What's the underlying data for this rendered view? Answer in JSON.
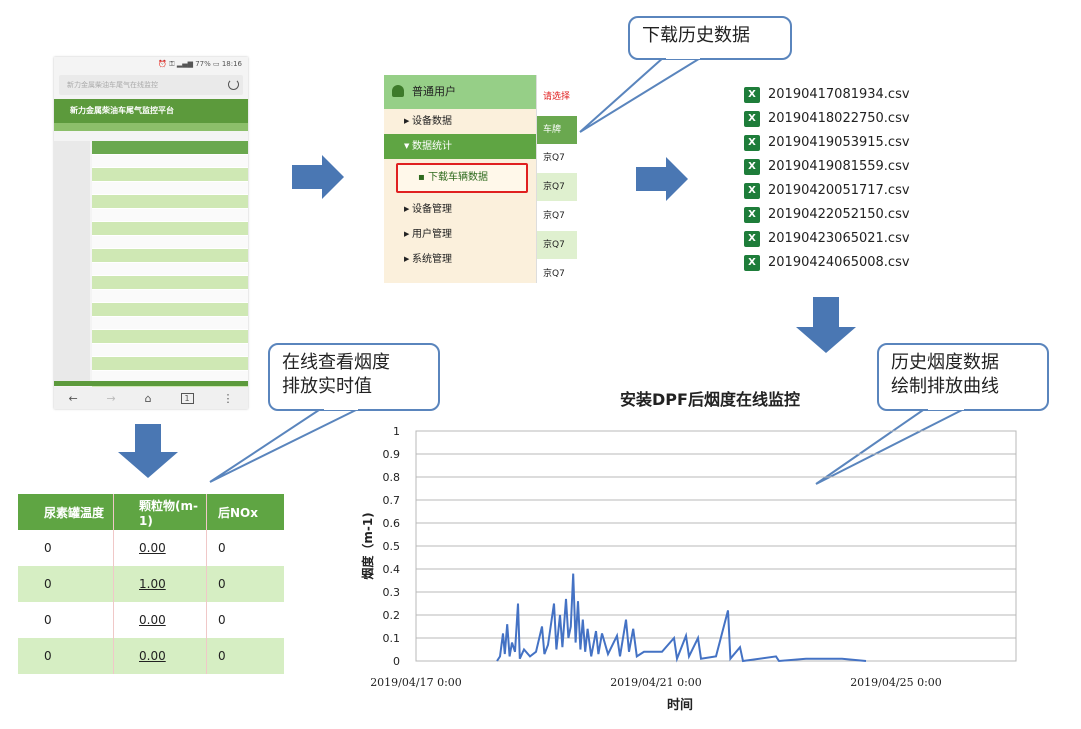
{
  "phone": {
    "status_text": "⏰ ⚿ ▂▄▆ 77% ▭ 18:16",
    "url_text": "新力金属柴油车尾气在线监控",
    "banner_title": "新力金属柴油车尾气监控平台",
    "nav_back": "←",
    "nav_forward": "→",
    "nav_home": "⌂",
    "nav_tabs": "1",
    "nav_menu": "⋮"
  },
  "callouts": {
    "download_history": "下载历史数据",
    "view_realtime_line1": "在线查看烟度",
    "view_realtime_line2": "排放实时值",
    "draw_curve_line1": "历史烟度数据",
    "draw_curve_line2": "绘制排放曲线"
  },
  "menu": {
    "user_label": "普通用户",
    "items": [
      {
        "label": "设备数据"
      },
      {
        "label": "数据统计"
      },
      {
        "label": "设备管理"
      },
      {
        "label": "用户管理"
      },
      {
        "label": "系统管理"
      }
    ],
    "submenu_label": "下载车辆数据",
    "hint_text": "请选择",
    "column_header": "车牌",
    "cells": [
      "京Q7",
      "京Q7",
      "京Q7",
      "京Q7",
      "京Q7"
    ]
  },
  "files": [
    "20190417081934.csv",
    "20190418022750.csv",
    "20190419053915.csv",
    "20190419081559.csv",
    "20190420051717.csv",
    "20190422052150.csv",
    "20190423065021.csv",
    "20190424065008.csv"
  ],
  "file_icon": "excel-icon",
  "table": {
    "headers": [
      "尿素罐温度",
      "颗粒物(m-1)",
      "后NOx"
    ],
    "rows": [
      [
        "0",
        "0.00",
        "0"
      ],
      [
        "0",
        "1.00",
        "0"
      ],
      [
        "0",
        "0.00",
        "0"
      ],
      [
        "0",
        "0.00",
        "0"
      ]
    ],
    "header_color": "#5fa543",
    "stripe_color": "#d6eec3"
  },
  "colors": {
    "arrow": "#4a77b3",
    "callout_border": "#5a85bd",
    "series": "#4472c4"
  },
  "chart_data": {
    "type": "line",
    "title": "安装DPF后烟度在线监控",
    "xlabel": "时间",
    "ylabel": "烟度（m-1)",
    "ylim": [
      0,
      1
    ],
    "y_ticks": [
      "0",
      "0.1",
      "0.2",
      "0.3",
      "0.4",
      "0.5",
      "0.6",
      "0.7",
      "0.8",
      "0.9",
      "1"
    ],
    "x_ticks": [
      "2019/04/17  0:00",
      "2019/04/21  0:00",
      "2019/04/25  0:00"
    ],
    "x_tick_days": [
      0,
      4,
      8
    ],
    "xlim_days": [
      0,
      10
    ],
    "grid": true,
    "series": [
      {
        "values": [
          [
            1.35,
            0
          ],
          [
            1.4,
            0.02
          ],
          [
            1.45,
            0.12
          ],
          [
            1.48,
            0.03
          ],
          [
            1.52,
            0.16
          ],
          [
            1.56,
            0.02
          ],
          [
            1.6,
            0.08
          ],
          [
            1.65,
            0.04
          ],
          [
            1.7,
            0.25
          ],
          [
            1.73,
            0.01
          ],
          [
            1.8,
            0.05
          ],
          [
            1.9,
            0.02
          ],
          [
            2.0,
            0.04
          ],
          [
            2.1,
            0.15
          ],
          [
            2.14,
            0.03
          ],
          [
            2.2,
            0.07
          ],
          [
            2.3,
            0.25
          ],
          [
            2.34,
            0.05
          ],
          [
            2.4,
            0.2
          ],
          [
            2.44,
            0.06
          ],
          [
            2.5,
            0.27
          ],
          [
            2.54,
            0.1
          ],
          [
            2.58,
            0.15
          ],
          [
            2.62,
            0.38
          ],
          [
            2.66,
            0.08
          ],
          [
            2.7,
            0.26
          ],
          [
            2.74,
            0.05
          ],
          [
            2.78,
            0.18
          ],
          [
            2.82,
            0.04
          ],
          [
            2.86,
            0.14
          ],
          [
            2.92,
            0.02
          ],
          [
            3.0,
            0.13
          ],
          [
            3.04,
            0.03
          ],
          [
            3.1,
            0.12
          ],
          [
            3.2,
            0.03
          ],
          [
            3.35,
            0.11
          ],
          [
            3.4,
            0.02
          ],
          [
            3.5,
            0.18
          ],
          [
            3.55,
            0.04
          ],
          [
            3.62,
            0.14
          ],
          [
            3.68,
            0.02
          ],
          [
            3.8,
            0.04
          ],
          [
            4.1,
            0.04
          ],
          [
            4.3,
            0.1
          ],
          [
            4.35,
            0.01
          ],
          [
            4.5,
            0.11
          ],
          [
            4.55,
            0.02
          ],
          [
            4.7,
            0.1
          ],
          [
            4.75,
            0.01
          ],
          [
            5.0,
            0.02
          ],
          [
            5.2,
            0.22
          ],
          [
            5.24,
            0.01
          ],
          [
            5.4,
            0.06
          ],
          [
            5.45,
            0
          ],
          [
            6.0,
            0.02
          ],
          [
            6.05,
            0
          ],
          [
            6.5,
            0.01
          ],
          [
            7.1,
            0.01
          ],
          [
            7.5,
            0
          ]
        ]
      }
    ]
  }
}
